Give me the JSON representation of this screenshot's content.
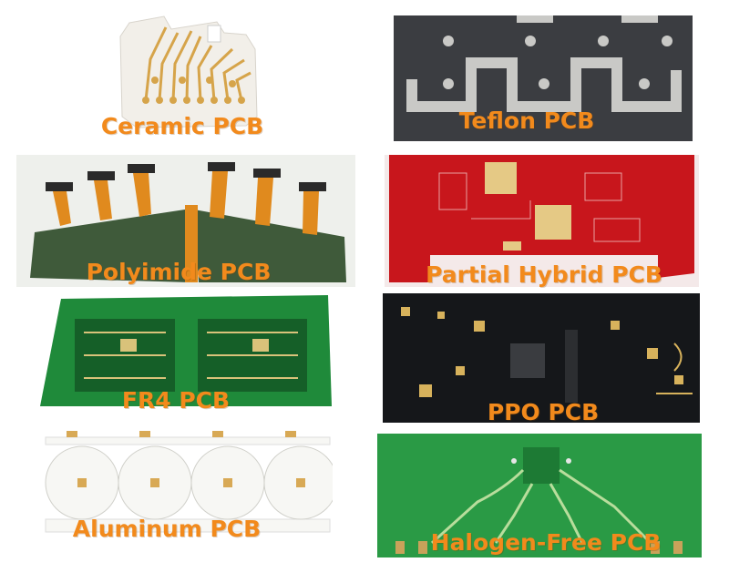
{
  "panels": [
    {
      "key": "ceramic",
      "caption": "Ceramic PCB",
      "board_color": "#f2efe9",
      "trace_color": "#d6a44a"
    },
    {
      "key": "teflon",
      "caption": "Teflon PCB",
      "board_color": "#3b3d41",
      "trace_color": "#c9c9c6"
    },
    {
      "key": "polyimide",
      "caption": "Polyimide PCB",
      "board_color": "#3f5a3a",
      "trace_color": "#e08a1e"
    },
    {
      "key": "hybrid",
      "caption": "Partial Hybrid PCB",
      "board_color": "#c8161c",
      "trace_color": "#e5c985"
    },
    {
      "key": "fr4",
      "caption": "FR4 PCB",
      "board_color": "#1f8a3a",
      "trace_color": "#d9c27a"
    },
    {
      "key": "ppo",
      "caption": "PPO PCB",
      "board_color": "#15171a",
      "trace_color": "#d7b25c"
    },
    {
      "key": "aluminum",
      "caption": "Aluminum PCB",
      "board_color": "#f7f7f4",
      "trace_color": "#d8a955"
    },
    {
      "key": "halogen",
      "caption": "Halogen-Free PCB",
      "board_color": "#2a9a45",
      "trace_color": "#b8dd9c"
    }
  ],
  "caption_color": "#f28a1c"
}
